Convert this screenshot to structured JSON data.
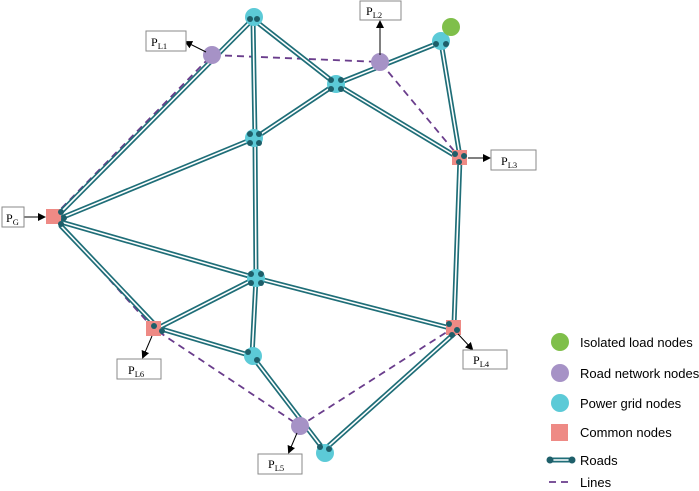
{
  "labels": {
    "PL1": {
      "main": "P",
      "sub": "L1"
    },
    "PL2": {
      "main": "P",
      "sub": "L2"
    },
    "PL3": {
      "main": "P",
      "sub": "L3"
    },
    "PL4": {
      "main": "P",
      "sub": "L4"
    },
    "PL5": {
      "main": "P",
      "sub": "L5"
    },
    "PL6": {
      "main": "P",
      "sub": "L6"
    },
    "PG": {
      "main": "P",
      "sub": "G"
    }
  },
  "legend": {
    "isolated": "Isolated load nodes",
    "road_network": "Road network nodes",
    "power_grid": "Power grid nodes",
    "common": "Common nodes",
    "roads": "Roads",
    "lines": "Lines"
  },
  "colors": {
    "isolated": "#7fbf4a",
    "road_network": "#a692c6",
    "power_grid": "#5ccad7",
    "common": "#ee8a85",
    "road": "#1f6e78",
    "line": "#6a3d8c"
  }
}
